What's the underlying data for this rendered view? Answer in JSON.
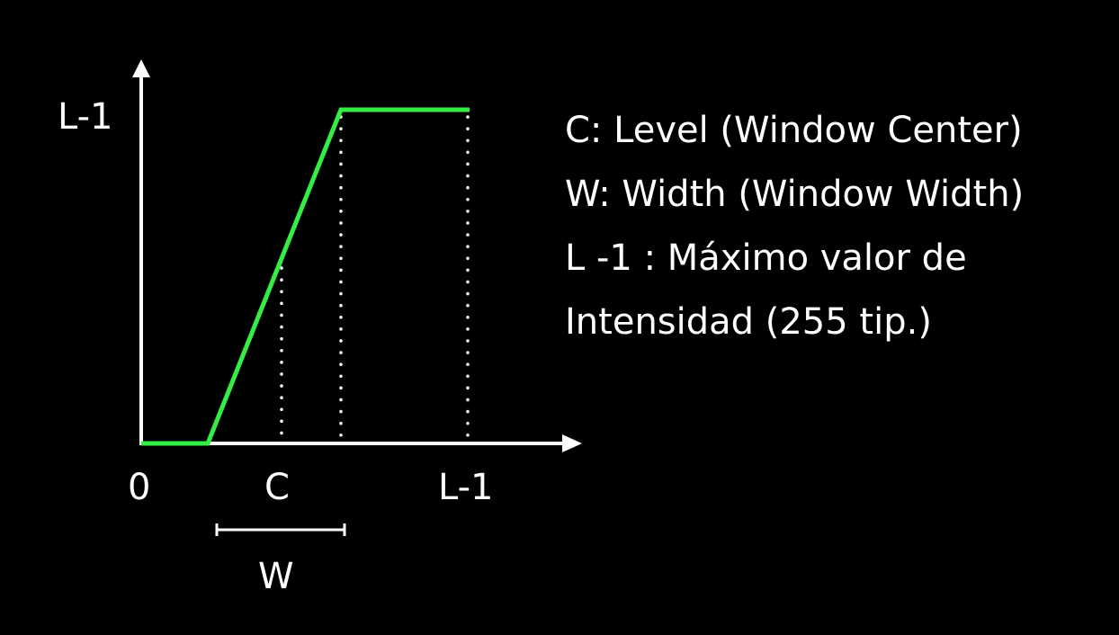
{
  "colors": {
    "background": "#000000",
    "axes": "#ffffff",
    "transfer_curve": "#33ee44",
    "guides": "#ffffff"
  },
  "axis_labels": {
    "y_max": "L-1",
    "x_origin": "0",
    "x_center": "C",
    "x_max": "L-1",
    "width_bracket": "W"
  },
  "legend": {
    "line_1": "C: Level (Window Center)",
    "line_2": "W: Width (Window Width)",
    "line_3": "L -1 : Máximo valor de",
    "line_4": "Intensidad (255 tip.)"
  },
  "guide_style": "dotted"
}
